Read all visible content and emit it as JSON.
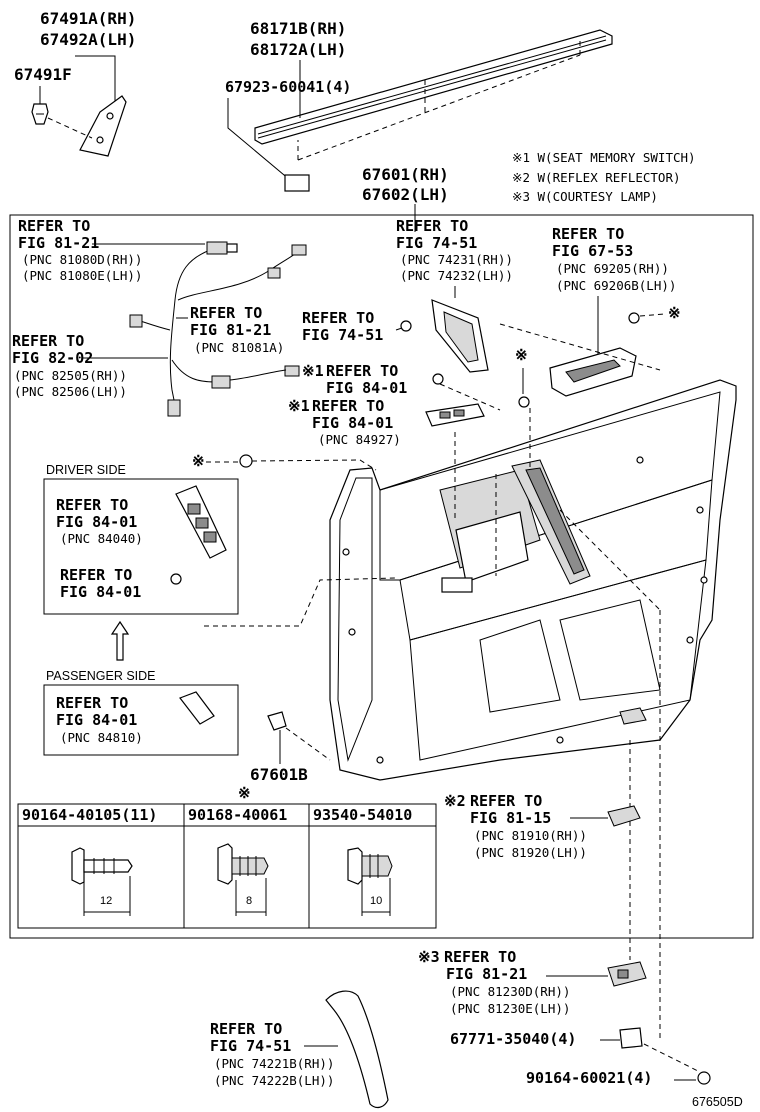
{
  "parts": {
    "p67491a": "67491A(RH)",
    "p67492a": "67492A(LH)",
    "p67491f": "67491F",
    "p68171b": "68171B(RH)",
    "p68172a": "68172A(LH)",
    "p67923": "67923-60041(4)",
    "p67601": "67601(RH)",
    "p67602": "67602(LH)",
    "p67601b": "67601B",
    "p67771": "67771-35040(4)",
    "p90164b": "90164-60021(4)",
    "code": "676505D"
  },
  "notes": [
    "※1 W(SEAT MEMORY SWITCH)",
    "※2 W(REFLEX REFLECTOR)",
    "※3 W(COURTESY LAMP)"
  ],
  "refs": {
    "r1": [
      "REFER TO",
      "FIG 81-21",
      "(PNC 81080D(RH))",
      "(PNC 81080E(LH))"
    ],
    "r2": [
      "REFER TO",
      "FIG 82-02",
      "(PNC 82505(RH))",
      "(PNC 82506(LH))"
    ],
    "r3": [
      "REFER TO",
      "FIG 81-21",
      "(PNC 81081A)"
    ],
    "r4": [
      "REFER TO",
      "FIG 74-51",
      "(PNC 74231(RH))",
      "(PNC 74232(LH))"
    ],
    "r5": [
      "REFER TO",
      "FIG 74-51"
    ],
    "r6": [
      "REFER TO",
      "FIG 67-53",
      "(PNC 69205(RH))",
      "(PNC 69206B(LH))"
    ],
    "r7": [
      "※1",
      "REFER TO",
      "FIG 84-01"
    ],
    "r8": [
      "※1",
      "REFER TO",
      "FIG 84-01",
      "(PNC 84927)"
    ],
    "r9": [
      "REFER TO",
      "FIG 84-01",
      "(PNC 84040)"
    ],
    "r10": [
      "REFER TO",
      "FIG 84-01"
    ],
    "r11": [
      "REFER TO",
      "FIG 84-01",
      "(PNC 84810)"
    ],
    "r12": [
      "※2",
      "REFER TO",
      "FIG 81-15",
      "(PNC 81910(RH))",
      "(PNC 81920(LH))"
    ],
    "r13": [
      "※3",
      "REFER TO",
      "FIG 81-21",
      "(PNC 81230D(RH))",
      "(PNC 81230E(LH))"
    ],
    "r14": [
      "REFER TO",
      "FIG 74-51",
      "(PNC 74221B(RH))",
      "(PNC 74222B(LH))"
    ]
  },
  "labels": {
    "driver_side": "DRIVER SIDE",
    "passenger_side": "PASSENGER SIDE",
    "mark": "※"
  },
  "fasteners": [
    {
      "part": "90164-40105(11)",
      "dim": "12"
    },
    {
      "part": "90168-40061",
      "dim": "8"
    },
    {
      "part": "93540-54010",
      "dim": "10"
    }
  ]
}
